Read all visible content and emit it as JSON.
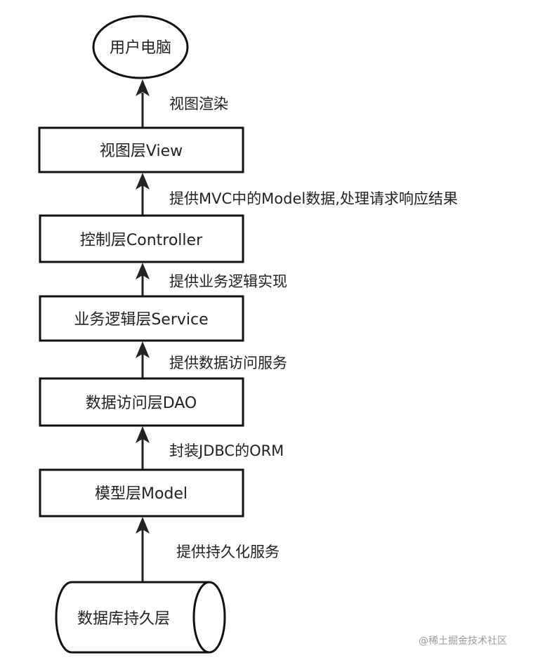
{
  "nodes": {
    "user_pc": "用户电脑",
    "view_layer": "视图层View",
    "controller_layer": "控制层Controller",
    "service_layer": "业务逻辑层Service",
    "dao_layer": "数据访问层DAO",
    "model_layer": "模型层Model",
    "persistence_layer": "数据库持久层"
  },
  "edges": {
    "view_to_pc": "视图渲染",
    "controller_to_view": "提供MVC中的Model数据,处理请求响应结果",
    "service_to_controller": "提供业务逻辑实现",
    "dao_to_service": "提供数据访问服务",
    "model_to_dao": "封装JDBC的ORM",
    "db_to_model": "提供持久化服务"
  },
  "watermark": "@稀土掘金技术社区"
}
